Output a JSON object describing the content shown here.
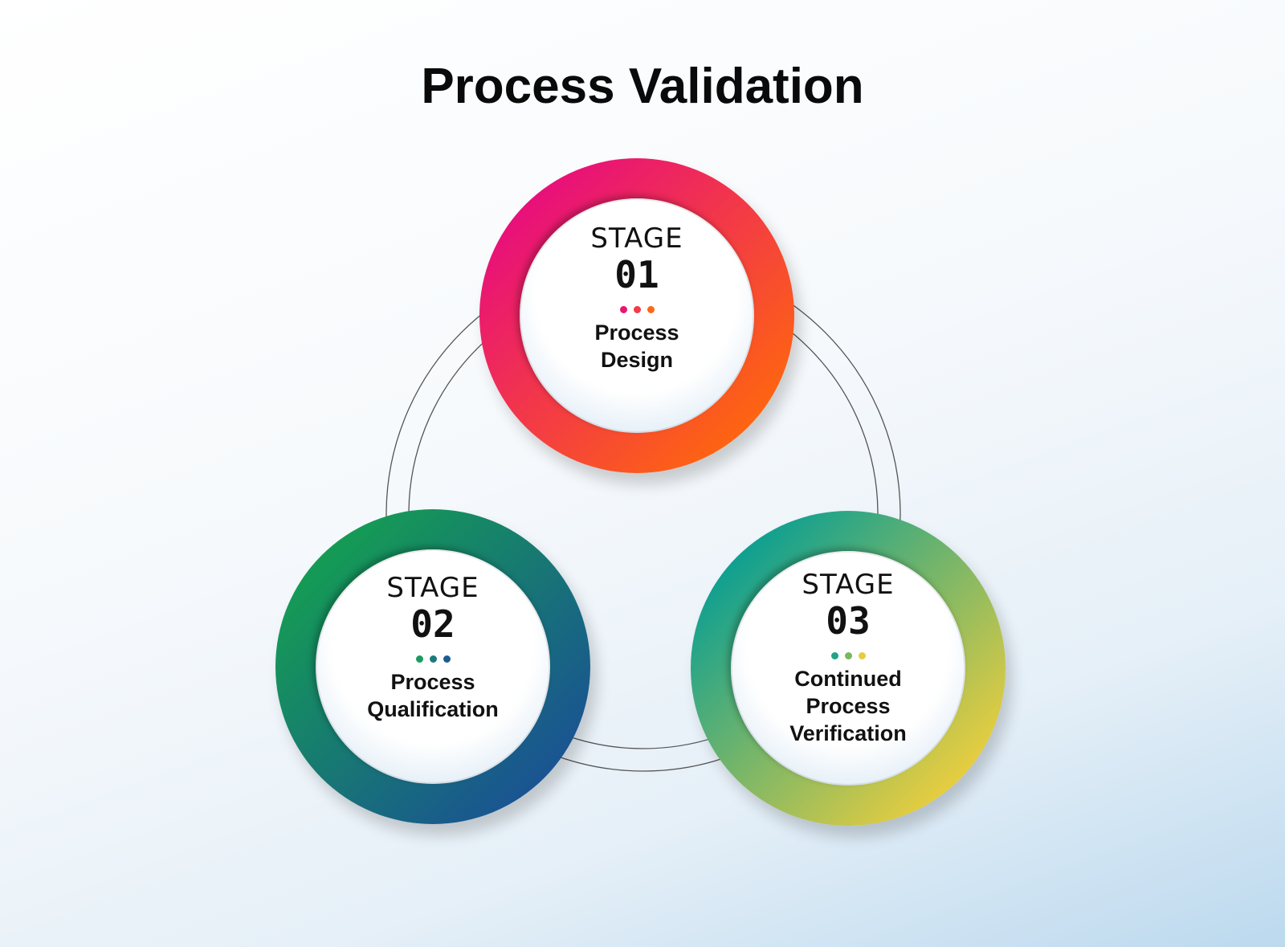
{
  "title": "Process Validation",
  "stages": [
    {
      "label": "STAGE",
      "number": "01",
      "name_lines": [
        "Process",
        "Design"
      ],
      "colors": [
        "#e8107a",
        "#ff6a0a"
      ],
      "dot_colors": [
        "#e8166e",
        "#f23c4c",
        "#fb6a17"
      ]
    },
    {
      "label": "STAGE",
      "number": "02",
      "name_lines": [
        "Process",
        "Qualification"
      ],
      "colors": [
        "#159b55",
        "#1a4f96"
      ],
      "dot_colors": [
        "#1a9a60",
        "#1b7a80",
        "#1c5a94"
      ]
    },
    {
      "label": "STAGE",
      "number": "03",
      "name_lines": [
        "Continued",
        "Process",
        "Verification"
      ],
      "colors": [
        "#10a090",
        "#f5d03a"
      ],
      "dot_colors": [
        "#1fa484",
        "#7ab85c",
        "#e6cc3e"
      ]
    }
  ]
}
